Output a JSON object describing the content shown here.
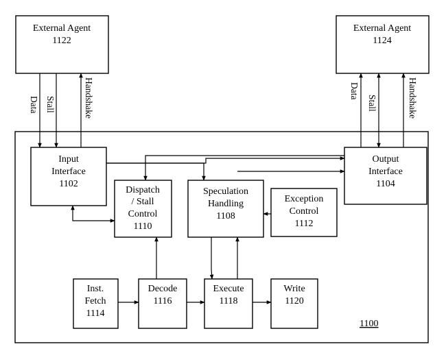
{
  "blocks": {
    "agent_1122": [
      "External Agent",
      "1122"
    ],
    "agent_1124": [
      "External Agent",
      "1124"
    ],
    "input_interface": [
      "Input",
      "Interface",
      "1102"
    ],
    "output_interface": [
      "Output",
      "Interface",
      "1104"
    ],
    "dispatch_stall_control": [
      "Dispatch",
      "/ Stall",
      "Control",
      "1110"
    ],
    "speculation_handling": [
      "Speculation",
      "Handling",
      "1108"
    ],
    "exception_control": [
      "Exception",
      "Control",
      "1112"
    ],
    "inst_fetch": [
      "Inst.",
      "Fetch",
      "1114"
    ],
    "decode": [
      "Decode",
      "1116"
    ],
    "execute": [
      "Execute",
      "1118"
    ],
    "write": [
      "Write",
      "1120"
    ]
  },
  "signals": {
    "data": "Data",
    "stall": "Stall",
    "handshake": "Handshake"
  },
  "system_ref": "1100"
}
